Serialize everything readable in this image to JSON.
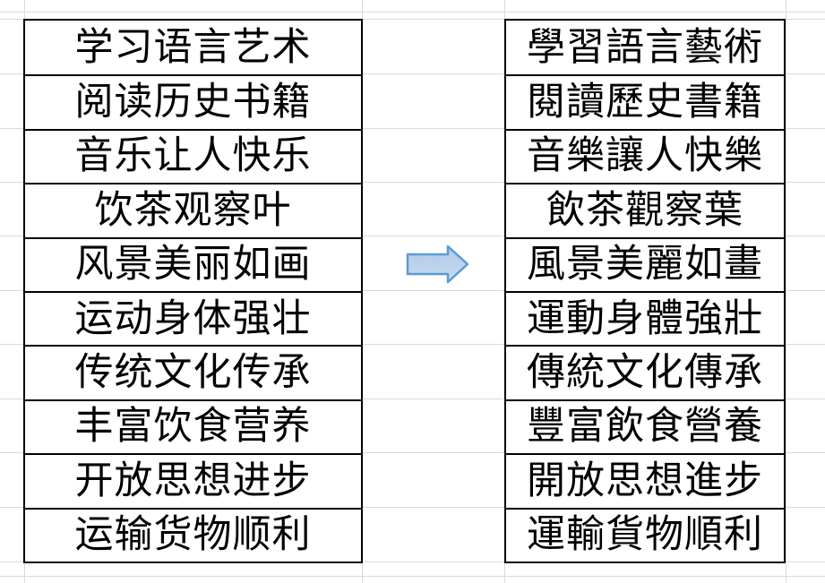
{
  "sheet": {
    "left_column": {
      "label": "simplified-chinese-phrases",
      "rows": [
        "学习语言艺术",
        "阅读历史书籍",
        "音乐让人快乐",
        "饮茶观察叶",
        "风景美丽如画",
        "运动身体强壮",
        "传统文化传承",
        "丰富饮食营养",
        "开放思想进步",
        "运输货物顺利"
      ]
    },
    "right_column": {
      "label": "traditional-chinese-phrases",
      "rows": [
        "學習語言藝術",
        "閱讀歷史書籍",
        "音樂讓人快樂",
        "飲茶觀察葉",
        "風景美麗如畫",
        "運動身體強壯",
        "傳統文化傳承",
        "豐富飲食營養",
        "開放思想進步",
        "運輸貨物順利"
      ]
    },
    "arrow": {
      "icon": "right-arrow-icon",
      "direction": "right",
      "fill_top": "#adc8e8",
      "fill_bottom": "#cbdcf2",
      "border": "#5b9bd5"
    },
    "colors": {
      "gridline": "#d9d9d9",
      "table_border": "#000000",
      "text": "#000000",
      "background": "#ffffff"
    }
  }
}
